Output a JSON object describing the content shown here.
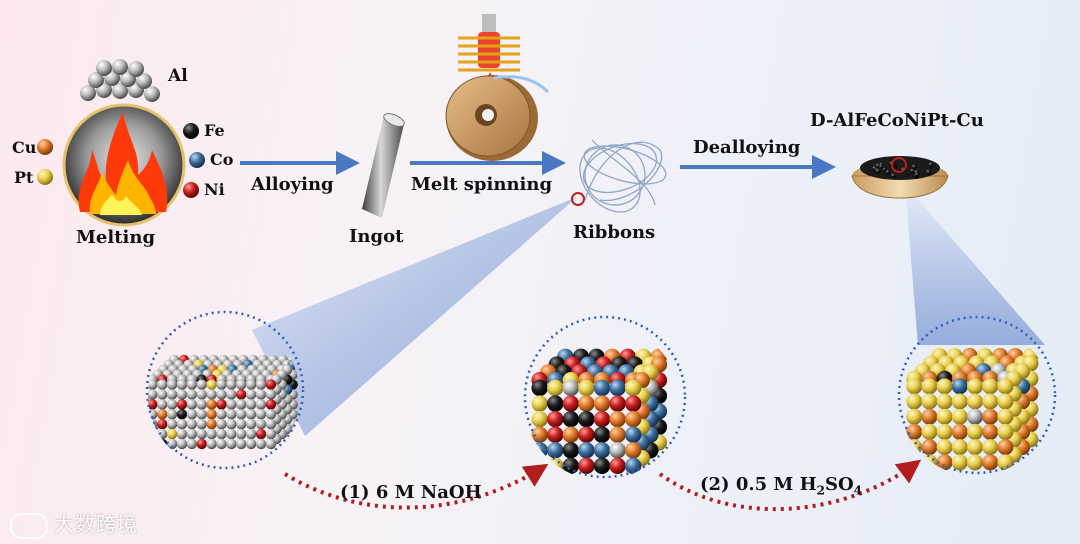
{
  "labels": {
    "al": "Al",
    "cu": "Cu",
    "pt": "Pt",
    "fe": "Fe",
    "co": "Co",
    "ni": "Ni",
    "melting": "Melting",
    "alloying": "Alloying",
    "ingot": "Ingot",
    "melt_spinning": "Melt spinning",
    "ribbons": "Ribbons",
    "dealloying": "Dealloying",
    "product": "D-AlFeCoNiPt-Cu",
    "step1": "(1) 6 M NaOH",
    "step2_prefix": "(2) 0.5 M H",
    "step2_sub1": "2",
    "step2_mid": "SO",
    "step2_sub2": "4"
  },
  "watermark": {
    "text": "大数跨境",
    "icon": "logo-mark-icon"
  },
  "colors": {
    "al": "#b9b9b9",
    "cu": "#e07a2b",
    "pt": "#e9cf4a",
    "fe": "#111111",
    "co": "#3d6f9e",
    "ni": "#c61e1e",
    "arrow_blue": "#4a78c3",
    "arrow_red": "#b21d1d",
    "zoom_ring": "#3060b8"
  },
  "lattices": {
    "before": "mostly Al with sparse Fe, Co, Ni, Pt, Cu",
    "after_naoh": "mixed Fe, Co, Ni, Pt, Cu",
    "after_h2so4": "mostly Pt and Cu"
  }
}
